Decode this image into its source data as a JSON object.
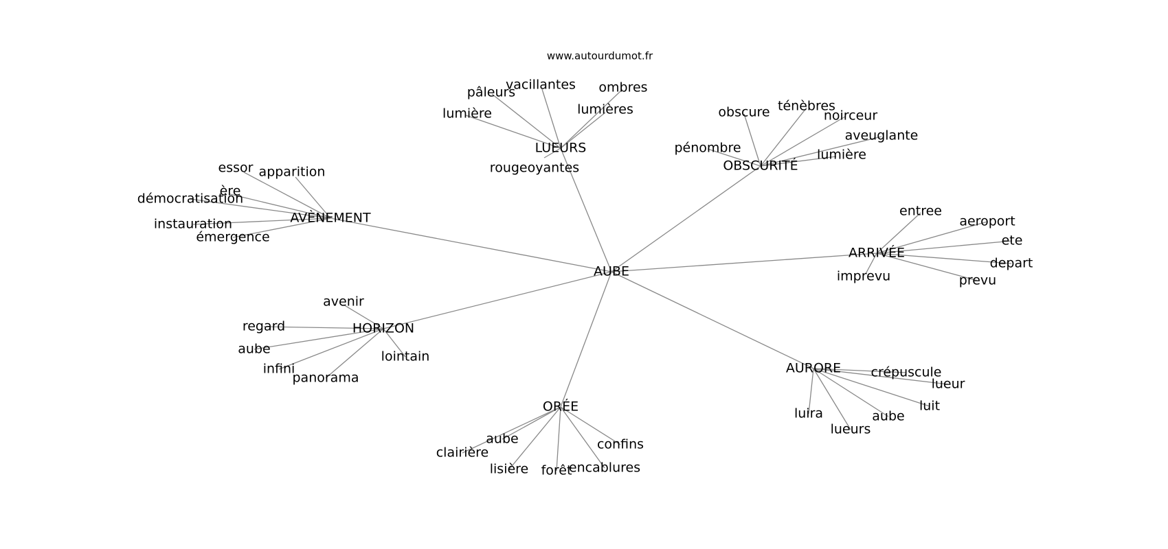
{
  "site_label": "www.autourdumot.fr",
  "center": "AUBE",
  "clusters": [
    {
      "label": "LUEURS",
      "words": [
        "vacillantes",
        "pâleurs",
        "ombres",
        "lumière",
        "lumières",
        "rougeoyantes"
      ]
    },
    {
      "label": "OBSCURITÉ",
      "words": [
        "obscure",
        "ténèbres",
        "noirceur",
        "aveuglante",
        "pénombre",
        "lumière"
      ]
    },
    {
      "label": "AVÈNEMENT",
      "words": [
        "essor",
        "apparition",
        "ère",
        "démocratisation",
        "instauration",
        "émergence"
      ]
    },
    {
      "label": "ARRIVÉE",
      "words": [
        "entree",
        "aeroport",
        "ete",
        "depart",
        "prevu",
        "imprevu"
      ]
    },
    {
      "label": "HORIZON",
      "words": [
        "avenir",
        "regard",
        "aube",
        "infini",
        "panorama",
        "lointain"
      ]
    },
    {
      "label": "AURORE",
      "words": [
        "crépuscule",
        "lueur",
        "luit",
        "aube",
        "lueurs",
        "luira"
      ]
    },
    {
      "label": "ORÉE",
      "words": [
        "aube",
        "clairière",
        "confins",
        "lisière",
        "forêt",
        "encablures"
      ]
    }
  ]
}
